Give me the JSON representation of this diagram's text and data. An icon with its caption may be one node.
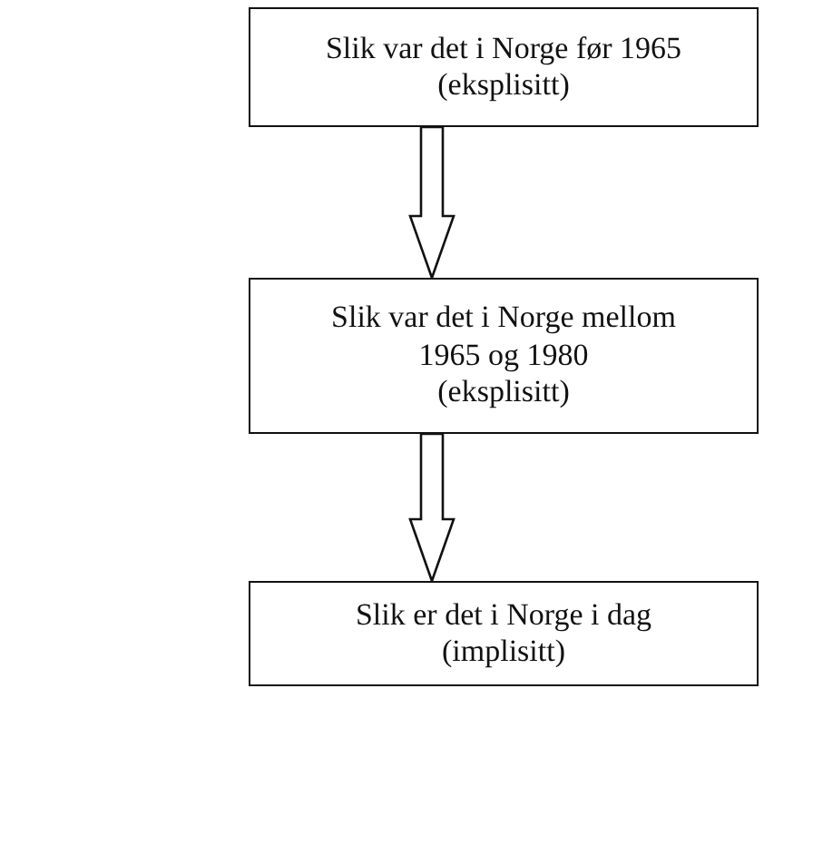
{
  "diagram": {
    "nodes": [
      {
        "text": [
          "Slik var det i Norge før 1965",
          "(eksplisitt)"
        ]
      },
      {
        "text": [
          "Slik var det i Norge mellom 1965 og 1980",
          "(eksplisitt)"
        ]
      },
      {
        "text": [
          "Slik er det i Norge i dag",
          "(implisitt)"
        ]
      }
    ],
    "edges": [
      {
        "from": 0,
        "to": 1,
        "arrow": "to"
      },
      {
        "from": 1,
        "to": 2,
        "arrow": "to"
      }
    ]
  }
}
